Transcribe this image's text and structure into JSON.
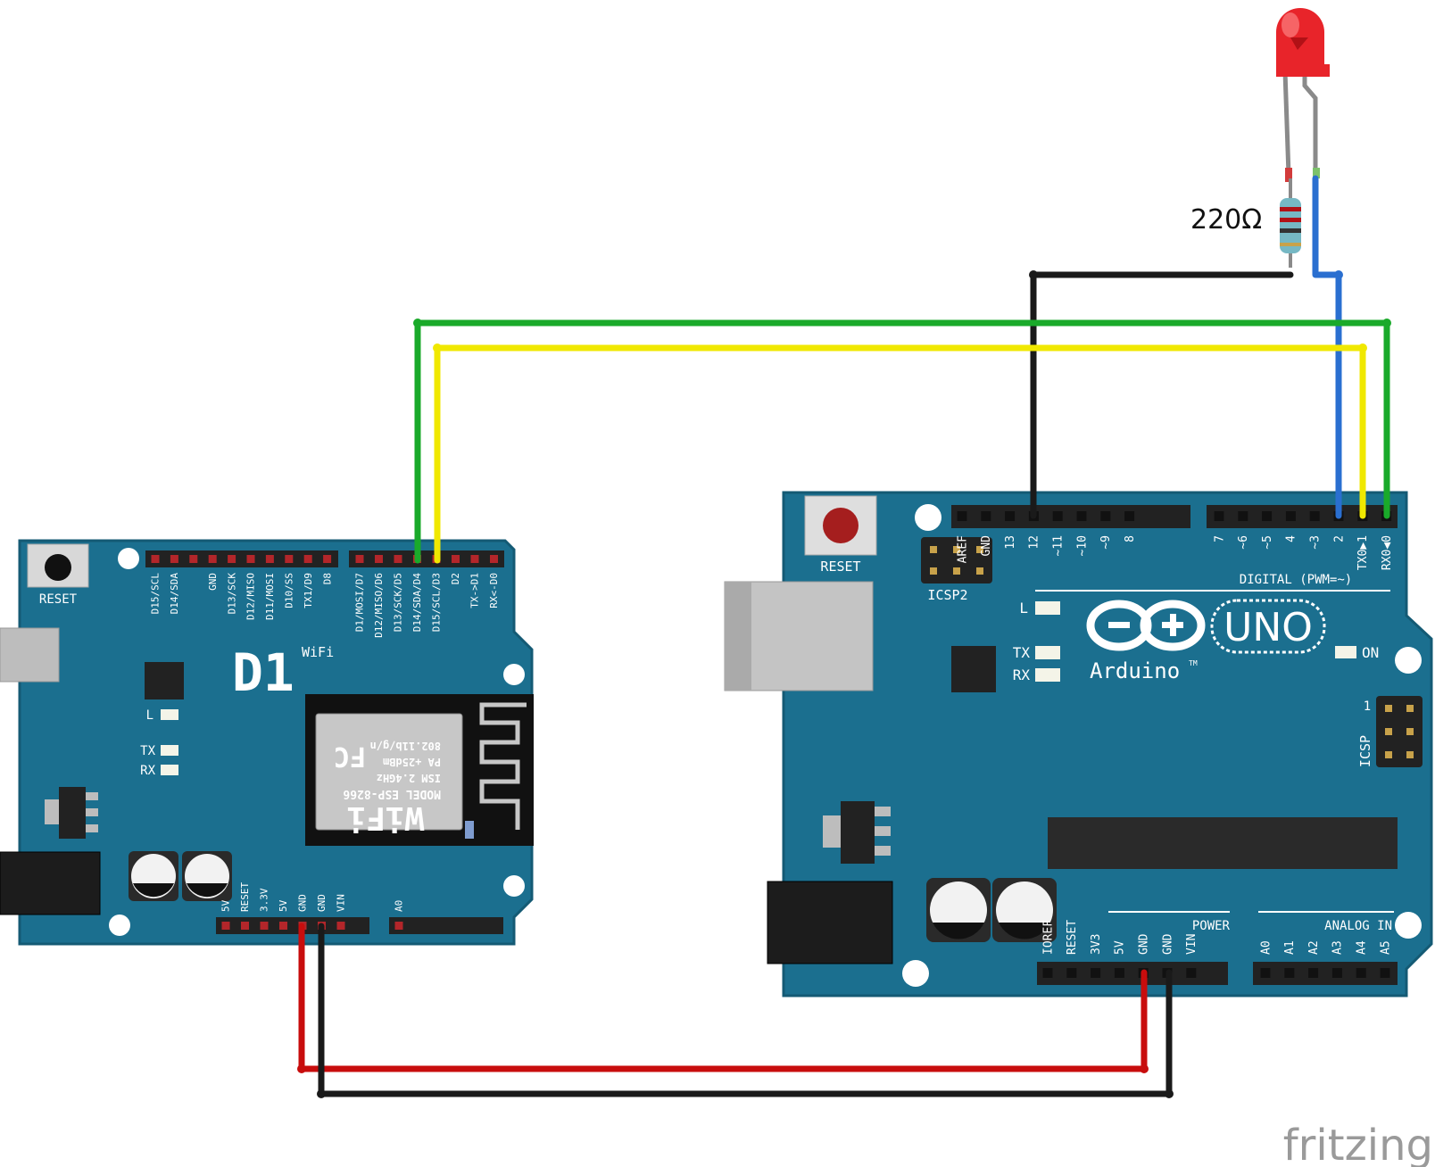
{
  "colors": {
    "board": "#1b6f8f",
    "board_dark": "#145a74",
    "header": "#222222",
    "header_pin_red": "#b3262a",
    "wire_green": "#1aaa2a",
    "wire_yellow": "#f0e800",
    "wire_blue": "#2a6fd0",
    "wire_black": "#1a1a1a",
    "wire_red": "#c80d0d",
    "led_red": "#e8242a",
    "silk": "#ffffff",
    "watermark": "#9a9a9a"
  },
  "resistor": {
    "label": "220Ω"
  },
  "watermark": {
    "text": "fritzing"
  },
  "d1": {
    "reset_label": "RESET",
    "logo": "D1",
    "logo_sub": "WiFi",
    "led_l": "L",
    "led_tx": "TX",
    "led_rx": "RX",
    "top_pins_left": [
      "D15/SCL",
      "D14/SDA",
      "",
      "GND",
      "D13/SCK",
      "D12/MISO",
      "D11/MOSI",
      "D10/SS",
      "TX1/D9",
      "D8"
    ],
    "top_pins_right": [
      "D1/MOSI/D7",
      "D12/MISO/D6",
      "D13/SCK/D5",
      "D14/SDA/D4",
      "D15/SCL/D3",
      "D2",
      "TX->D1",
      "RX<-D0"
    ],
    "power_pins": [
      "5V",
      "RESET",
      "3.3V",
      "5V",
      "GND",
      "GND",
      "VIN"
    ],
    "analog_pins": [
      "A0"
    ],
    "esp": {
      "line1": "MODEL ESP-8266",
      "line2": "ISM 2.4GHz",
      "line3": "PA +25dBm",
      "line4": "802.11b/g/n",
      "brand": "WiFi",
      "fcc": "FC"
    }
  },
  "uno": {
    "reset_label": "RESET",
    "icsp2_label": "ICSP2",
    "icsp_label": "ICSP",
    "icsp_pin1": "1",
    "digital_label": "DIGITAL (PWM=~)",
    "power_label": "POWER",
    "analog_label": "ANALOG IN",
    "logo_uno": "UNO",
    "logo_brand": "Arduino",
    "logo_tm": "TM",
    "on_label": "ON",
    "led_l": "L",
    "led_tx": "TX",
    "led_rx": "RX",
    "digital_pins_left": [
      "AREF",
      "GND",
      "13",
      "12",
      "~11",
      "~10",
      "~9",
      "8"
    ],
    "digital_pins_right": [
      "7",
      "~6",
      "~5",
      "4",
      "~3",
      "2",
      "TX0▶1",
      "RX0◀0"
    ],
    "power_pins": [
      "IOREF",
      "RESET",
      "3V3",
      "5V",
      "GND",
      "GND",
      "VIN"
    ],
    "analog_pins": [
      "A0",
      "A1",
      "A2",
      "A3",
      "A4",
      "A5"
    ]
  }
}
